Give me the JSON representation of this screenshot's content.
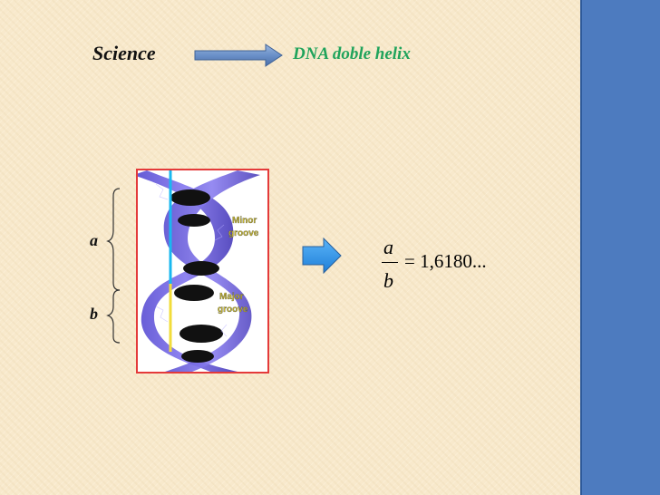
{
  "slide": {
    "left_word": "Science",
    "right_title": "DNA doble helix",
    "label_a": "a",
    "label_b": "b",
    "formula": {
      "numerator": "a",
      "denominator": "b",
      "value": "= 1,6180..."
    },
    "figure_labels": {
      "minor_groove_1": "Minor",
      "minor_groove_2": "groove",
      "major_groove_1": "Major",
      "major_groove_2": "groove"
    },
    "colors": {
      "background": "#f8e9cc",
      "sidebar": "#4d7bbf",
      "title_green": "#1fa35b",
      "arrow_blue": "#2f8fe6",
      "frame_red": "#e43a3a"
    }
  }
}
